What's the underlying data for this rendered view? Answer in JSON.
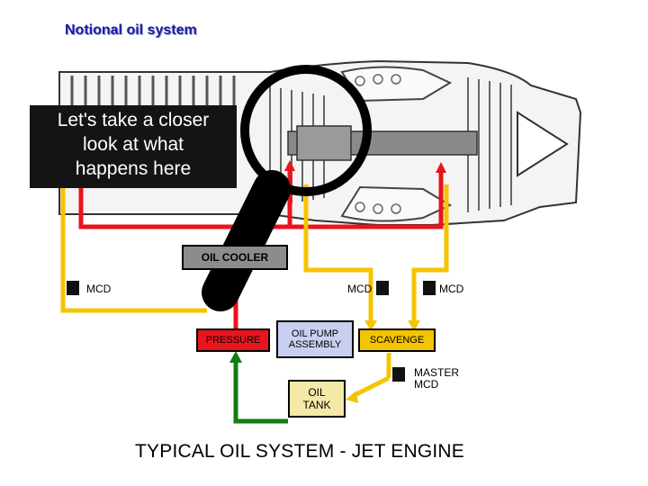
{
  "title": "Notional oil system",
  "callout": {
    "line1": "Let's take a closer",
    "line2": "look at what",
    "line3": "happens here"
  },
  "components": {
    "oil_cooler": "OIL COOLER",
    "pressure": "PRESSURE",
    "oil_pump_line1": "OIL PUMP",
    "oil_pump_line2": "ASSEMBLY",
    "scavenge": "SCAVENGE",
    "oil_tank_line1": "OIL",
    "oil_tank_line2": "TANK",
    "master_mcd_line1": "MASTER",
    "master_mcd_line2": "MCD"
  },
  "mcd_labels": [
    "MCD",
    "MCD",
    "MCD"
  ],
  "caption": "TYPICAL OIL SYSTEM - JET ENGINE",
  "colors": {
    "pressure_line": "#e8141e",
    "scavenge_line": "#f5c400",
    "return_line": "#0f7d0f",
    "pump_box": "#c9cff0",
    "scavenge_box": "#f5c400",
    "tank_box": "#f5e9a8",
    "title": "#1a1aa6"
  },
  "icons": [
    "magnifying-glass-icon",
    "jet-engine-illustration"
  ]
}
